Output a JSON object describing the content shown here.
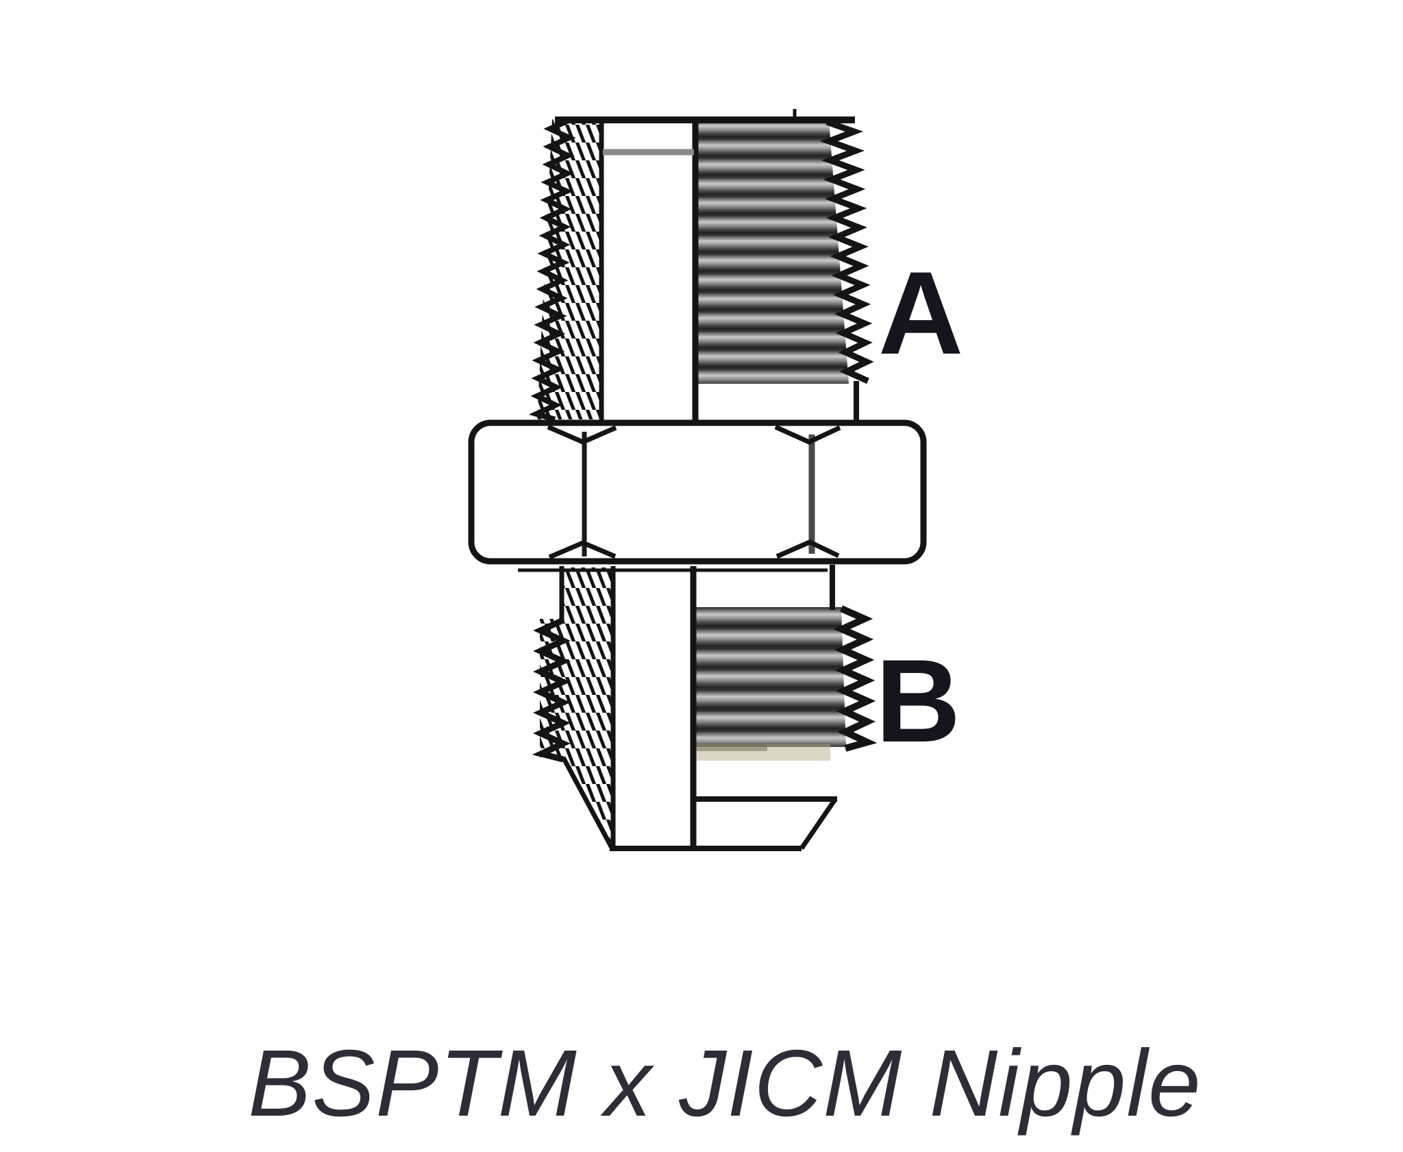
{
  "diagram": {
    "port_label_a": "A",
    "port_label_b": "B",
    "caption": "BSPTM x JICM Nipple",
    "colors": {
      "line": "#141414",
      "thread_shade_dark": "#202020",
      "thread_shade_light": "#cacaca",
      "nut_facet_gray": "#4a4a4a",
      "chamfer_gray": "#8a8a8a",
      "olive_artifact": "#b5b28b",
      "label_text": "#15151e",
      "caption_text": "#2d2d38",
      "background": "#ffffff"
    }
  }
}
